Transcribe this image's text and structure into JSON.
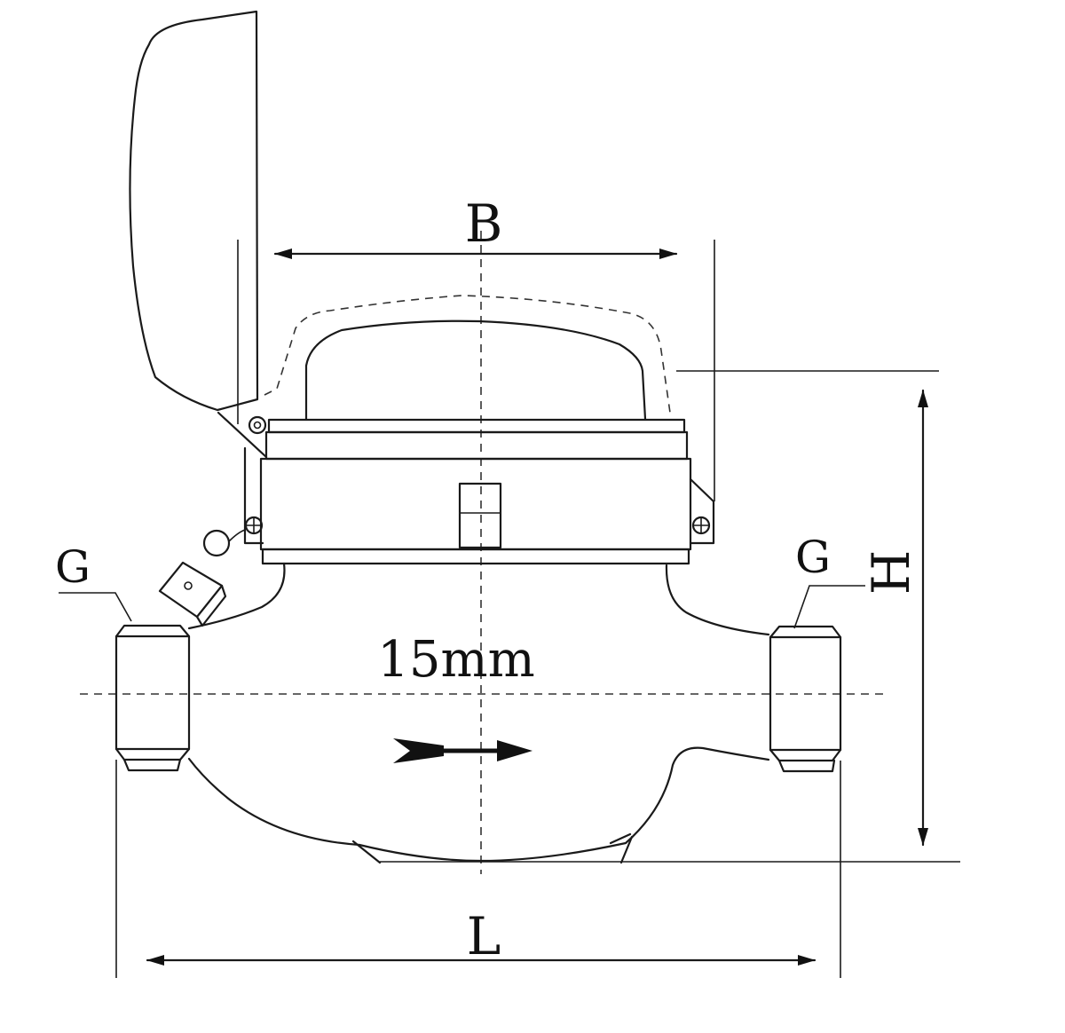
{
  "labels": {
    "b": "B",
    "g_left": "G",
    "g_right": "G",
    "h": "H",
    "size": "15mm",
    "l": "L"
  },
  "colors": {
    "line": "#1a1a1a",
    "background": "#ffffff"
  }
}
